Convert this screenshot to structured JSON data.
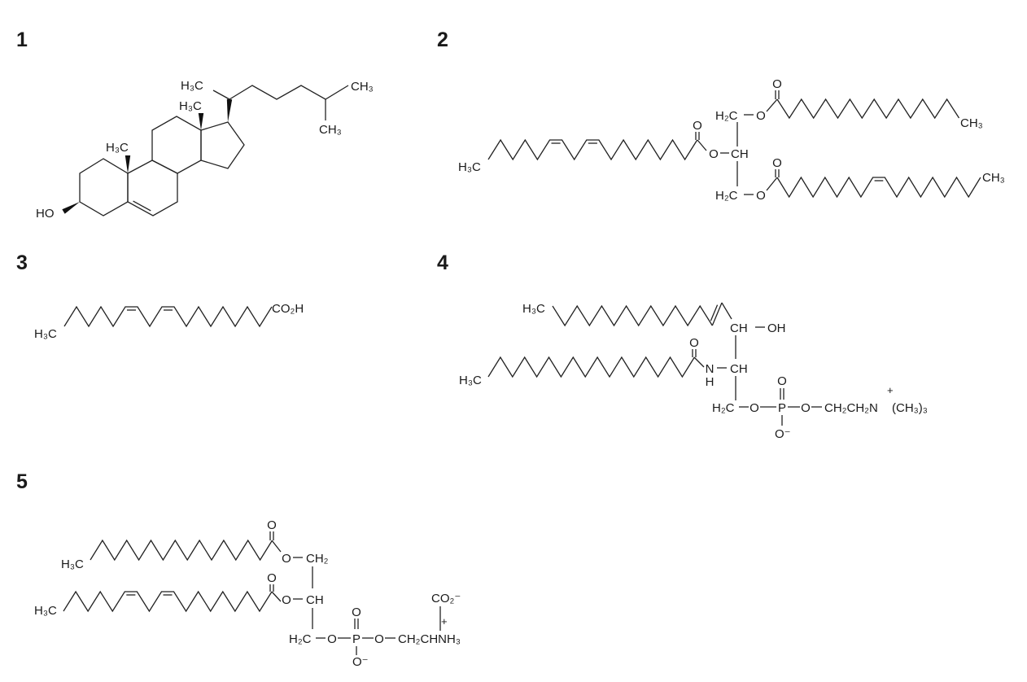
{
  "figure_numbers": [
    "1",
    "2",
    "3",
    "4",
    "5"
  ],
  "m1": {
    "h3c_side": "H₃C",
    "ch3_end": "CH₃",
    "ch3_branch": "CH₃",
    "h3c_c18": "H₃C",
    "h3c_c19": "H₃C",
    "ho": "HO"
  },
  "m2": {
    "h3c_left": "H₃C",
    "o_carbonyl_left": "O",
    "o_ester_mid": "O",
    "ch_mid": "CH",
    "h2c_top": "H₂C",
    "o_ester_top": "O",
    "o_carbonyl_top": "O",
    "ch3_top": "CH₃",
    "h2c_bottom": "H₂C",
    "o_ester_bottom": "O",
    "o_carbonyl_bottom": "O",
    "ch3_bottom": "CH₃"
  },
  "m3": {
    "h3c": "H₃C",
    "co2h": "CO₂H"
  },
  "m4": {
    "h3c_top": "H₃C",
    "ch": "CH",
    "oh": "OH",
    "h3c_left": "H₃C",
    "o_carbonyl": "O",
    "n": "N",
    "h": "H",
    "ch_mid": "CH",
    "h2c": "H₂C",
    "o1": "O",
    "p": "P",
    "o_double": "O",
    "o_minus": "O⁻",
    "o2": "O",
    "choline": "CH₂CH₂N",
    "methyls": "(CH₃)₃",
    "plus": "+"
  },
  "m5": {
    "h3c_top": "H₃C",
    "o_carbonyl_top": "O",
    "o_ester_top": "O",
    "ch2_top": "CH₂",
    "h3c_mid": "H₃C",
    "o_carbonyl_mid": "O",
    "o_ester_mid": "O",
    "ch_mid": "CH",
    "h2c": "H₂C",
    "o1": "O",
    "p": "P",
    "o_double": "O",
    "o_minus": "O⁻",
    "o2": "O",
    "serine": "CH₂CHNH₃",
    "co2": "CO₂⁻",
    "plus": "+"
  }
}
